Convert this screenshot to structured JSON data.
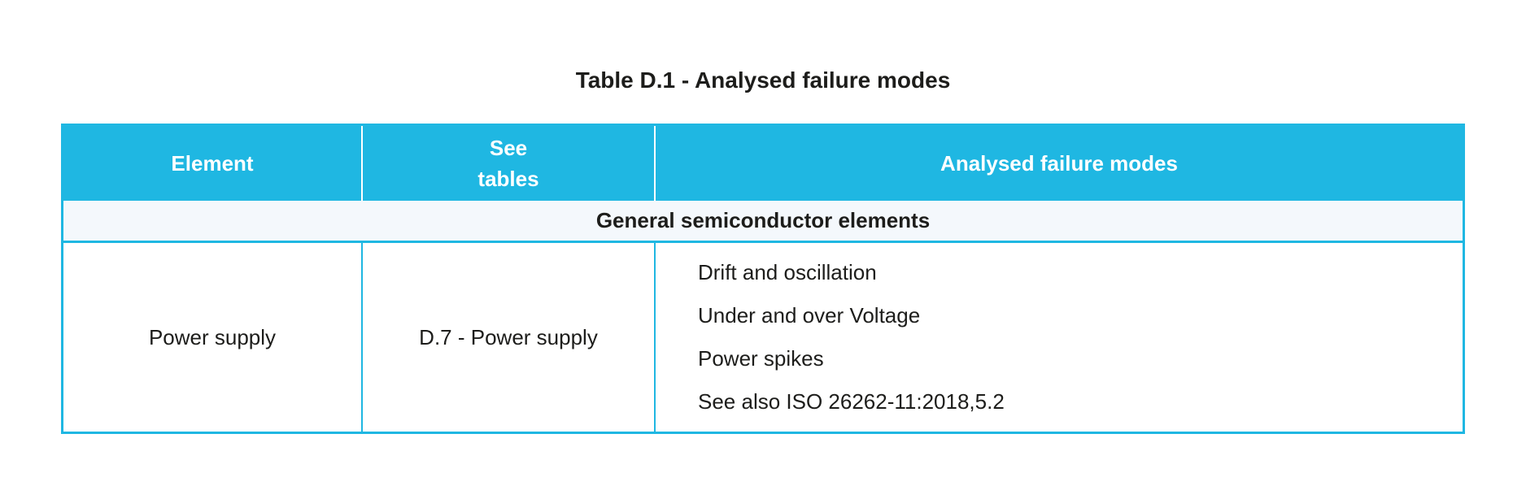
{
  "title": "Table D.1 - Analysed failure modes",
  "table": {
    "headers": [
      {
        "label": "Element"
      },
      {
        "label": "See\ntables"
      },
      {
        "label": "Analysed failure modes"
      }
    ],
    "section_header": "General semiconductor elements",
    "rows": [
      {
        "element": "Power supply",
        "see_tables": "D.7 - Power supply",
        "failure_modes": [
          "Drift and oscillation",
          "Under and over Voltage",
          "Power spikes",
          "See also ISO 26262-11:2018,5.2"
        ]
      }
    ]
  },
  "colors": {
    "header_bg": "#1fb7e2",
    "header_text": "#ffffff",
    "section_bg": "#f4f8fc",
    "border": "#1fb7e2",
    "body_text": "#1d1d1b"
  }
}
